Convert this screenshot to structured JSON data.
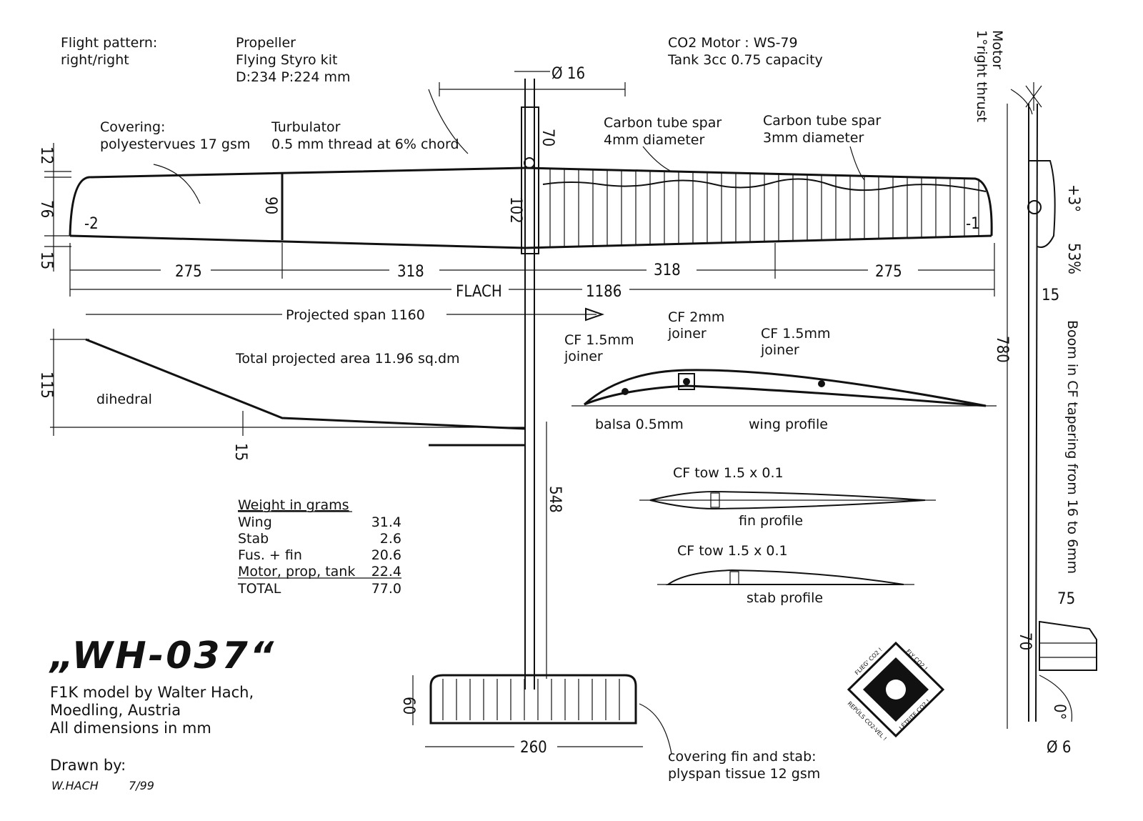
{
  "notes": {
    "flight_pattern": [
      "Flight pattern:",
      "right/right"
    ],
    "propeller": [
      "Propeller",
      "Flying Styro kit",
      "D:234 P:224 mm"
    ],
    "motor": [
      "CO2 Motor : WS-79",
      "Tank 3cc 0.75 capacity"
    ],
    "covering": [
      "Covering:",
      "polyestervues 17 gsm"
    ],
    "turbulator": [
      "Turbulator",
      "0.5 mm thread at 6% chord"
    ],
    "spar4": [
      "Carbon tube spar",
      "4mm diameter"
    ],
    "spar3": [
      "Carbon tube spar",
      "3mm diameter"
    ],
    "motor_thrust": [
      "Motor",
      "1°right thrust"
    ],
    "projected_span": "Projected span 1160",
    "projected_area": "Total projected area 11.96 sq.dm",
    "dihedral": "dihedral",
    "cf15_left": [
      "CF 1.5mm",
      "joiner"
    ],
    "cf2": [
      "CF 2mm",
      "joiner"
    ],
    "cf15_right": [
      "CF 1.5mm",
      "joiner"
    ],
    "balsa": "balsa 0.5mm",
    "wing_profile": "wing profile",
    "fin_tow": "CF tow 1.5 x 0.1",
    "fin_profile": "fin profile",
    "stab_tow": "CF tow 1.5 x 0.1",
    "stab_profile": "stab profile",
    "boom": "Boom in CF tapering from 16 to 6mm",
    "covering_fin": [
      "covering fin and stab:",
      "plyspan tissue 12 gsm"
    ]
  },
  "weights": {
    "heading": "Weight in grams",
    "rows": [
      {
        "label": "Wing",
        "value": "31.4"
      },
      {
        "label": "Stab",
        "value": "2.6"
      },
      {
        "label": "Fus. + fin",
        "value": "20.6"
      },
      {
        "label": "Motor, prop, tank",
        "value": "22.4"
      },
      {
        "label": "TOTAL",
        "value": "77.0"
      }
    ]
  },
  "title_block": {
    "title": "„WH-037“",
    "lines": [
      "F1K model by Walter Hach,",
      "Moedling, Austria",
      "All dimensions in mm"
    ],
    "drawn_by": "Drawn by:",
    "signature": "W.HACH",
    "date": "7/99"
  },
  "dimensions": {
    "d275l": "275",
    "d318l": "318",
    "d318r": "318",
    "d275r": "275",
    "flach": "FLACH",
    "span": "1186",
    "d12": "12",
    "d76": "76",
    "d15": "15",
    "d90": "90",
    "d102": "102",
    "d70": "70",
    "d16": "Ø 16",
    "w_minus2": "-2",
    "w_minus1": "-1",
    "d115": "115",
    "d15b": "15",
    "d548": "548",
    "d60": "60",
    "d260": "260",
    "d3deg": "+3°",
    "d53": "53%",
    "d15c": "15",
    "d780": "780",
    "d75": "75",
    "d70b": "70",
    "d0deg": "0°",
    "d6": "Ø 6"
  },
  "badge": {
    "top_left": "FLIEG' CO2 !",
    "top_right": "FLY CO2 !",
    "bottom_left": "REPÜLS CO2-VEL !",
    "bottom_right": "LÉTEJTE CO2 !"
  }
}
